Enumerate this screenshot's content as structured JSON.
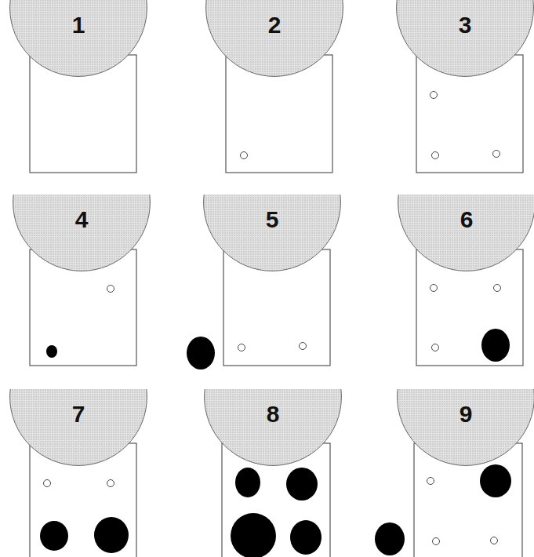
{
  "diagram": {
    "nodes": [
      {
        "text": [
          "1"
        ]
      },
      {
        "text": [
          "2"
        ]
      },
      {
        "text": [
          "3"
        ]
      },
      {
        "text": [
          "4"
        ]
      },
      {
        "text": [
          "5"
        ]
      },
      {
        "text": [
          "6"
        ]
      },
      {
        "text": [
          "7"
        ]
      },
      {
        "text": [
          "8"
        ]
      },
      {
        "text": [
          "9"
        ]
      }
    ]
  }
}
